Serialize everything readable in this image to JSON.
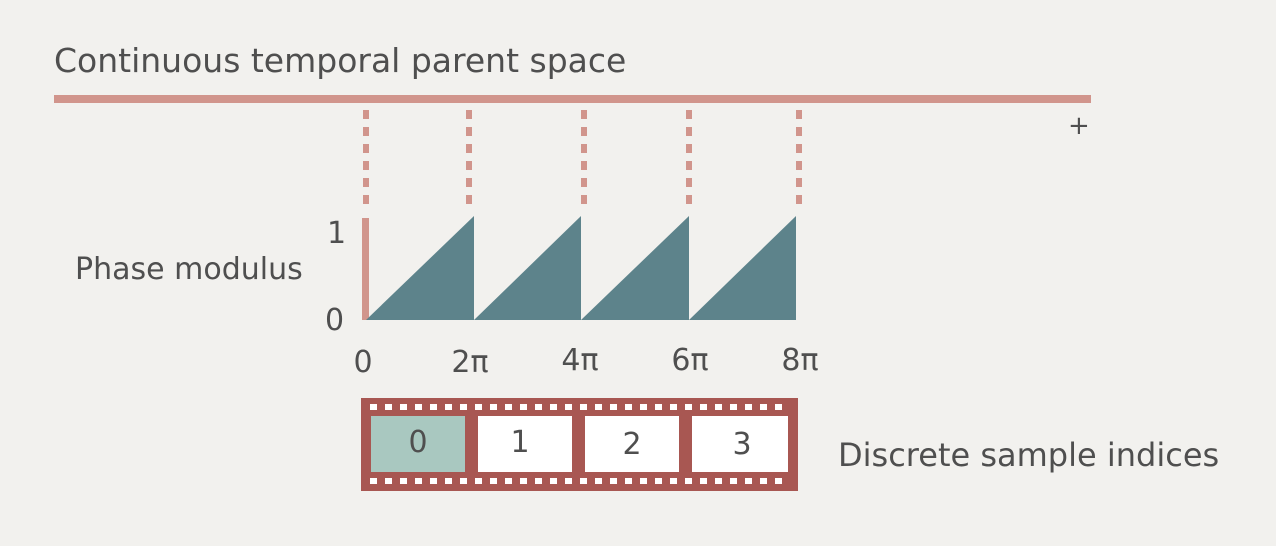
{
  "title": "Continuous temporal parent space",
  "plus_marker": "+",
  "phase": {
    "label": "Phase modulus",
    "y_max_label": "1",
    "y_min_label": "0",
    "x_ticks": [
      "0",
      "2π",
      "4π",
      "6π",
      "8π"
    ],
    "wave_color": "#5d838b",
    "axis_color": "#d1958c"
  },
  "film": {
    "label": "Discrete sample indices",
    "frames": [
      "0",
      "1",
      "2",
      "3"
    ],
    "highlighted_index": 0,
    "strip_color": "#a85752",
    "highlight_color": "#a9c8c0"
  },
  "colors": {
    "background": "#f2f1ee",
    "timeline": "#d1958c",
    "text": "#4f4f4f"
  }
}
